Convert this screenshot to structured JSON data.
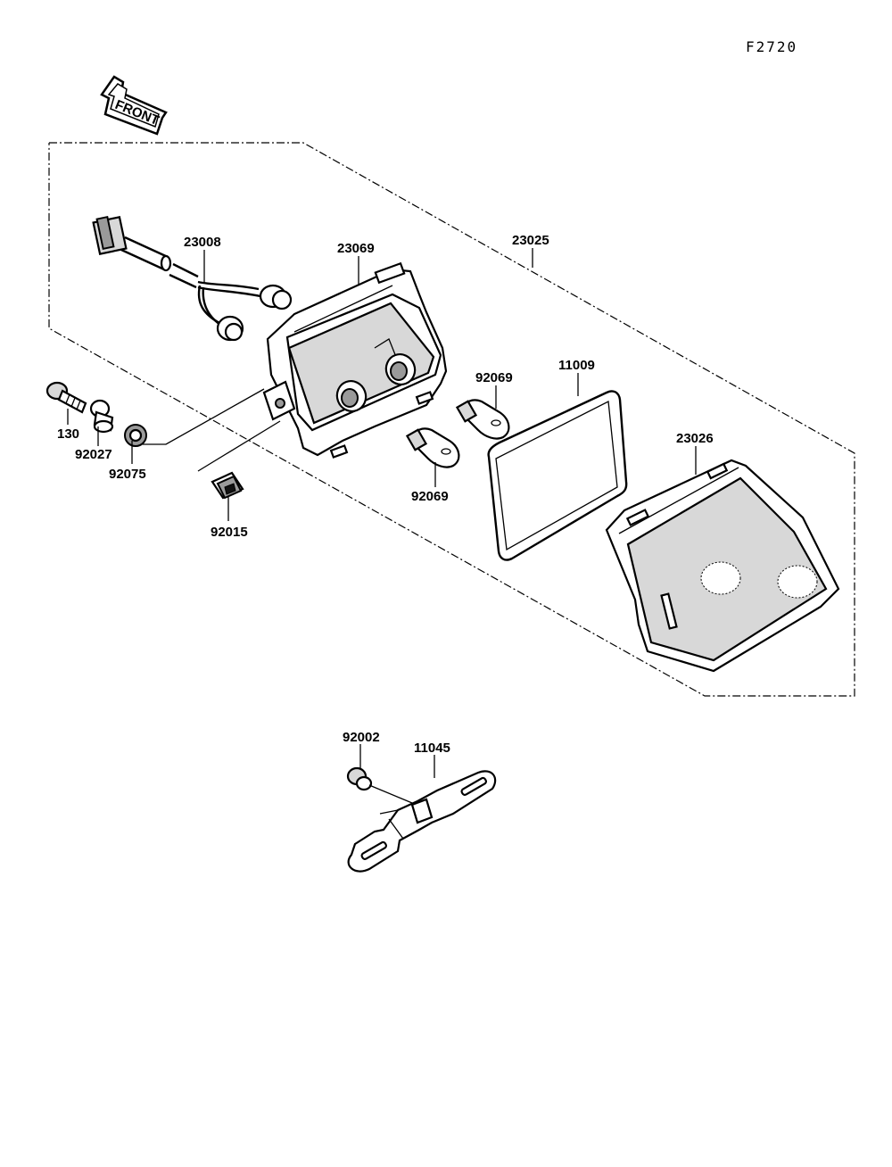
{
  "figure_code": "F2720",
  "front_arrow": {
    "label": "FRONT"
  },
  "parts": {
    "harness": "23008",
    "housing": "23069",
    "assembly": "23025",
    "bulb_top": "92069",
    "gasket": "11009",
    "lens": "23026",
    "bolt": "130",
    "collar": "92027",
    "grommet": "92075",
    "bulb_bottom": "92069",
    "nut": "92015",
    "screw": "92002",
    "bracket": "11045"
  }
}
